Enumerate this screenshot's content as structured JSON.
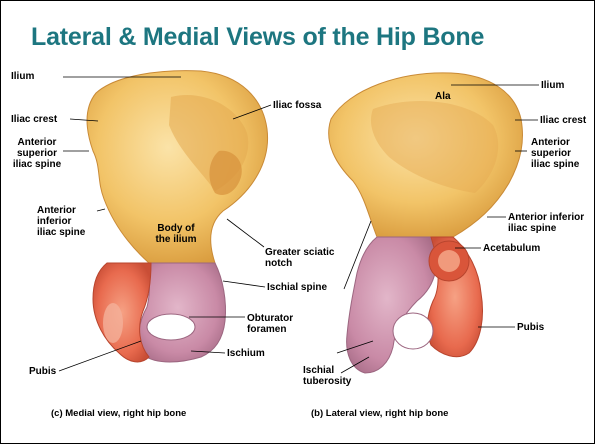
{
  "slide": {
    "title": "Lateral & Medial Views of the Hip Bone"
  },
  "medial_view": {
    "labels": {
      "ilium": "Ilium",
      "iliac_fossa": "Iliac fossa",
      "iliac_crest": "Iliac crest",
      "anterior_superior_iliac_spine": [
        "Anterior",
        "superior",
        "iliac spine"
      ],
      "anterior_inferior_iliac_spine": [
        "Anterior",
        "inferior",
        "iliac spine"
      ],
      "body_of_ilium": [
        "Body of",
        "the ilium"
      ],
      "greater_sciatic_notch": [
        "Greater sciatic",
        "notch"
      ],
      "ischial_spine": "Ischial spine",
      "obturator_foramen": [
        "Obturator",
        "foramen"
      ],
      "ischium": "Ischium",
      "pubis": "Pubis"
    },
    "caption": "(c)  Medial view, right hip bone"
  },
  "lateral_view": {
    "labels": {
      "ala": "Ala",
      "ilium": "Ilium",
      "iliac_crest": "Iliac crest",
      "anterior_superior_iliac_spine": [
        "Anterior",
        "superior",
        "iliac spine"
      ],
      "anterior_inferior_iliac_spine": [
        "Anterior inferior",
        "iliac spine"
      ],
      "acetabulum": "Acetabulum",
      "pubis": "Pubis",
      "ischial_tuberosity": [
        "Ischial",
        "tuberosity"
      ]
    },
    "caption": "(b)  Lateral view, right hip bone"
  },
  "colors": {
    "title": "#1d7680",
    "ilium": "#f2c468",
    "ischium": "#c98aa6",
    "pubis": "#e86a4e"
  }
}
